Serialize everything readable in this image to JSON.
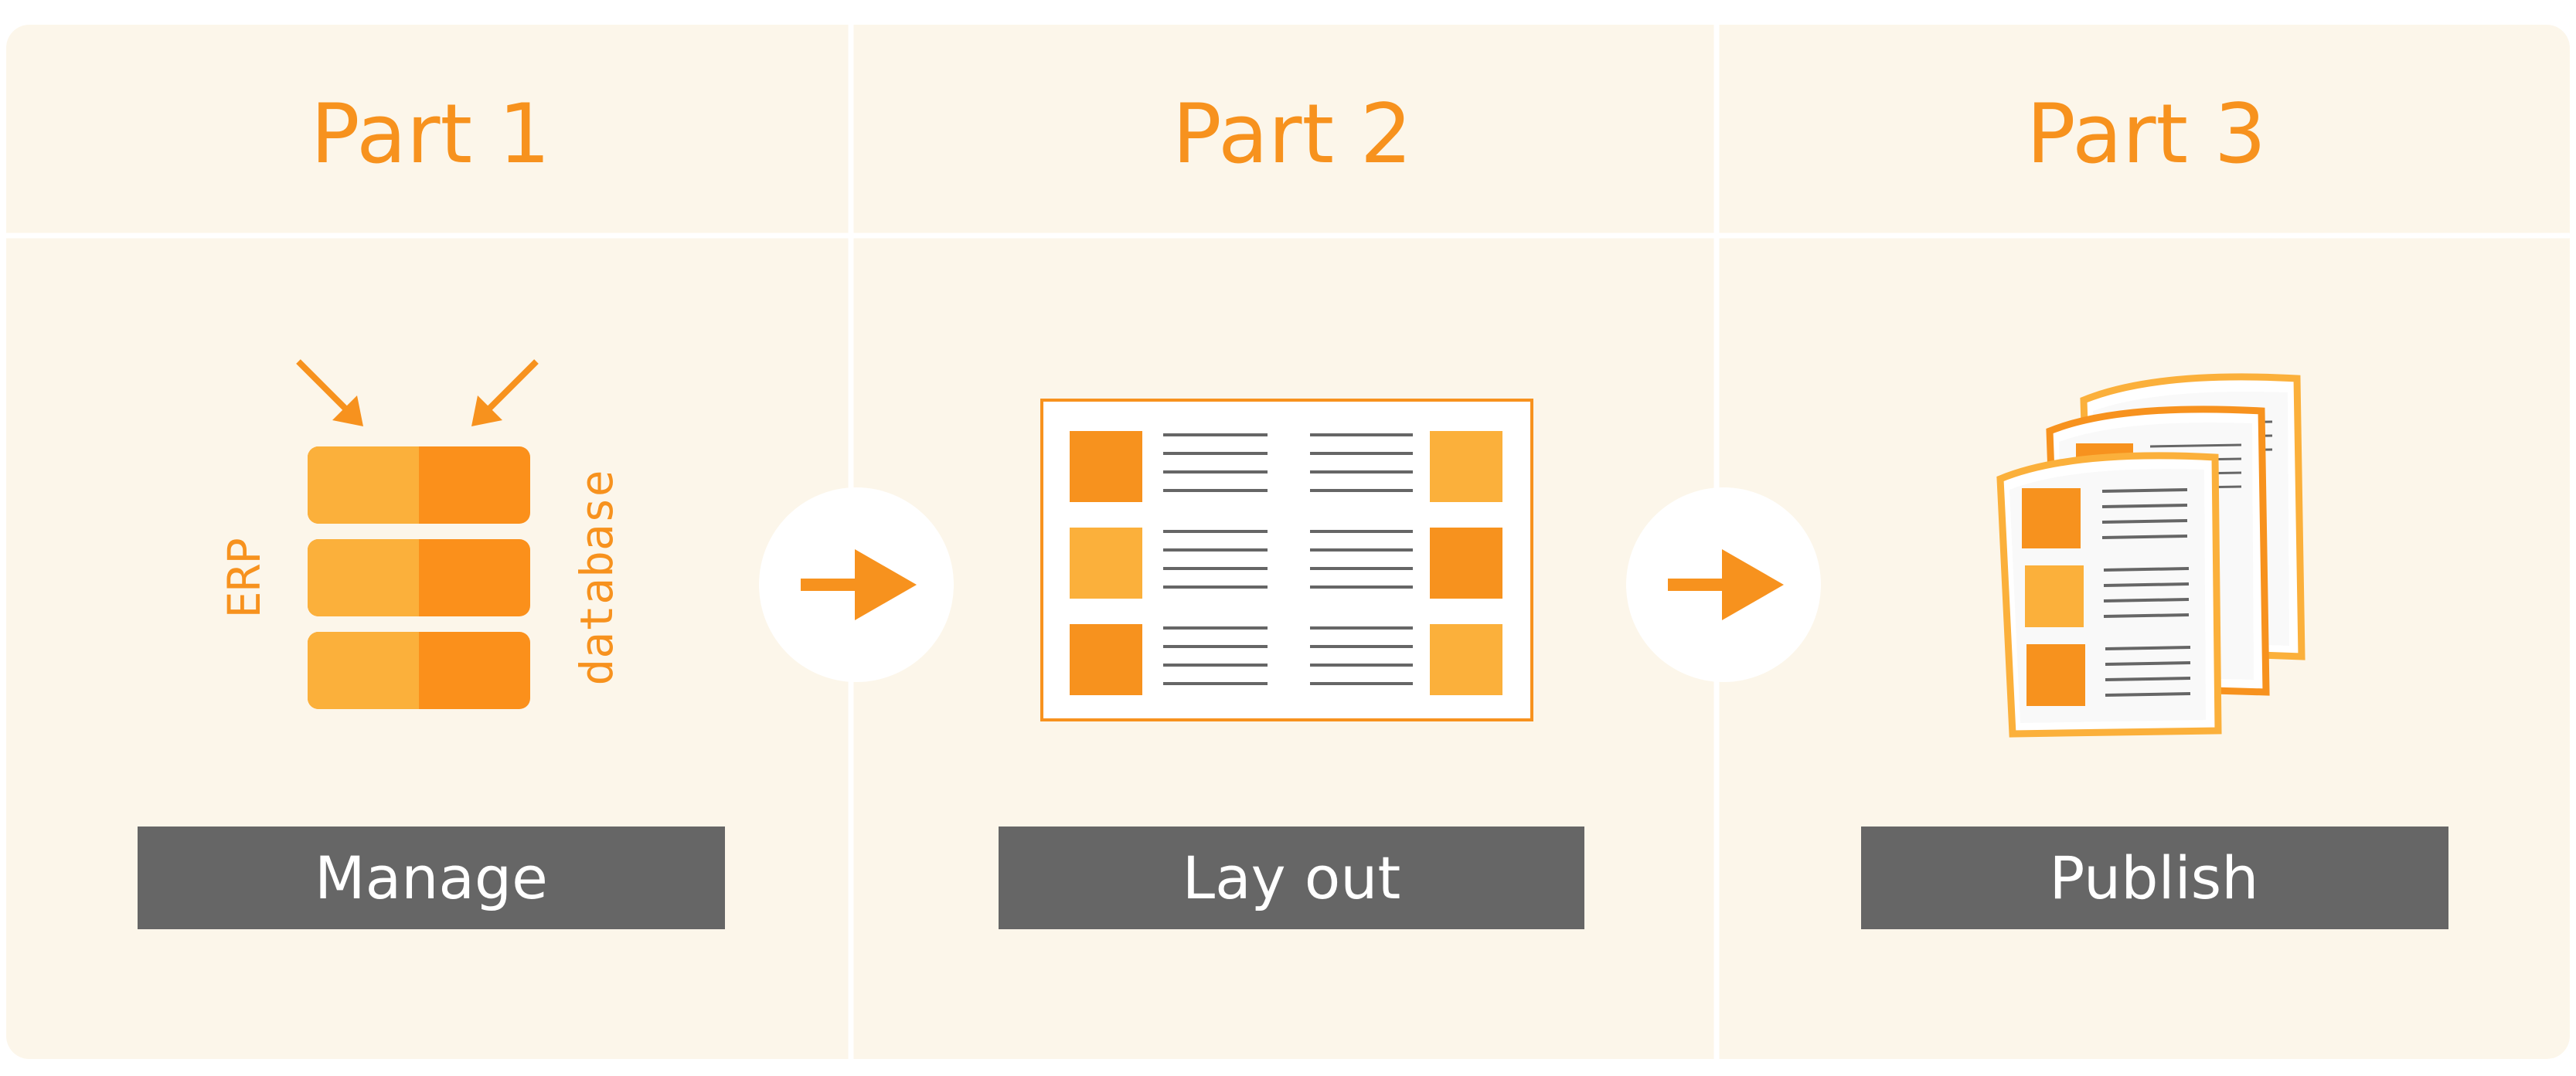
{
  "colors": {
    "background": "#fcf6ea",
    "divider": "#ffffff",
    "accent": "#f7921e",
    "accent_dark": "#fb901b",
    "accent_light": "#fbb03b",
    "button": "#666666",
    "button_text": "#ffffff",
    "paper": "#f9f9f9",
    "line": "#666666"
  },
  "parts": [
    {
      "title": "Part 1",
      "button_label": "Manage",
      "icon": "database-icon",
      "side_labels": [
        "ERP",
        "database"
      ]
    },
    {
      "title": "Part 2",
      "button_label": "Lay out",
      "icon": "layout-page-icon"
    },
    {
      "title": "Part 3",
      "button_label": "Publish",
      "icon": "stacked-pages-icon"
    }
  ],
  "connectors": [
    "arrow-right-icon",
    "arrow-right-icon"
  ]
}
